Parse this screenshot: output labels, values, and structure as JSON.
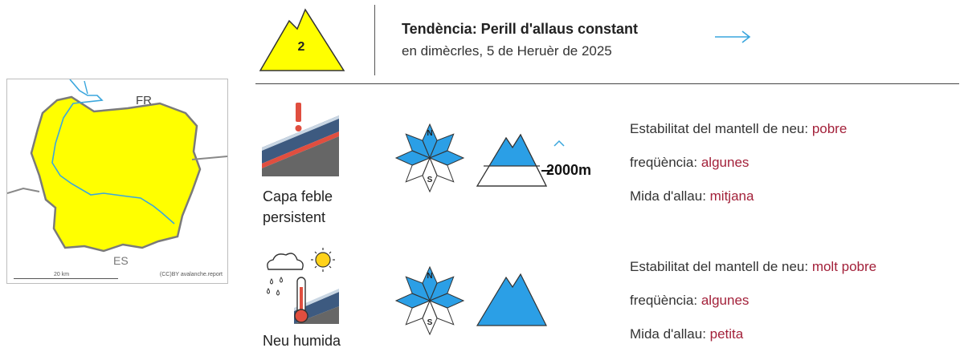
{
  "map": {
    "label_fr": "FR",
    "label_es": "ES",
    "scale_label": "20 km",
    "credit": "(CC)BY avalanche.report",
    "region_color": "#ffff00",
    "border_color": "#777777",
    "river_color": "#3aa6dd"
  },
  "danger": {
    "level": "2",
    "icon_color": "#ffff00",
    "icon": "mountain-danger-icon"
  },
  "tendency": {
    "title": "Tendència: Perill d'allaus constant",
    "date": "en dimècrles, 5 de Heruèr de 2025",
    "icon": "arrow-right-icon",
    "arrow_color": "#3aa6dd"
  },
  "problems": [
    {
      "name": "Capa feble persistent",
      "icon": "persistent-weak-layer-icon",
      "aspects_highlighted": [
        "N",
        "NE",
        "E",
        "W",
        "NW"
      ],
      "elevation": "2000m",
      "elevation_direction": "above",
      "stability_label": "Estabilitat del mantell de neu: ",
      "stability_value": "pobre",
      "frequency_label": "freqüència: ",
      "frequency_value": "algunes",
      "size_label": "Mida d'allau: ",
      "size_value": "mitjana"
    },
    {
      "name": "Neu humida",
      "icon": "wet-snow-icon",
      "aspects_highlighted": [
        "N",
        "NE",
        "E",
        "W",
        "NW"
      ],
      "elevation": "",
      "elevation_direction": "all",
      "stability_label": "Estabilitat del mantell de neu: ",
      "stability_value": "molt pobre",
      "frequency_label": "freqüència: ",
      "frequency_value": "algunes",
      "size_label": "Mida d'allau: ",
      "size_value": "petita"
    }
  ],
  "aspect_labels": {
    "north": "N",
    "south": "S"
  },
  "colors": {
    "aspect_fill": "#2b9fe6",
    "value_text": "#a3213a"
  }
}
